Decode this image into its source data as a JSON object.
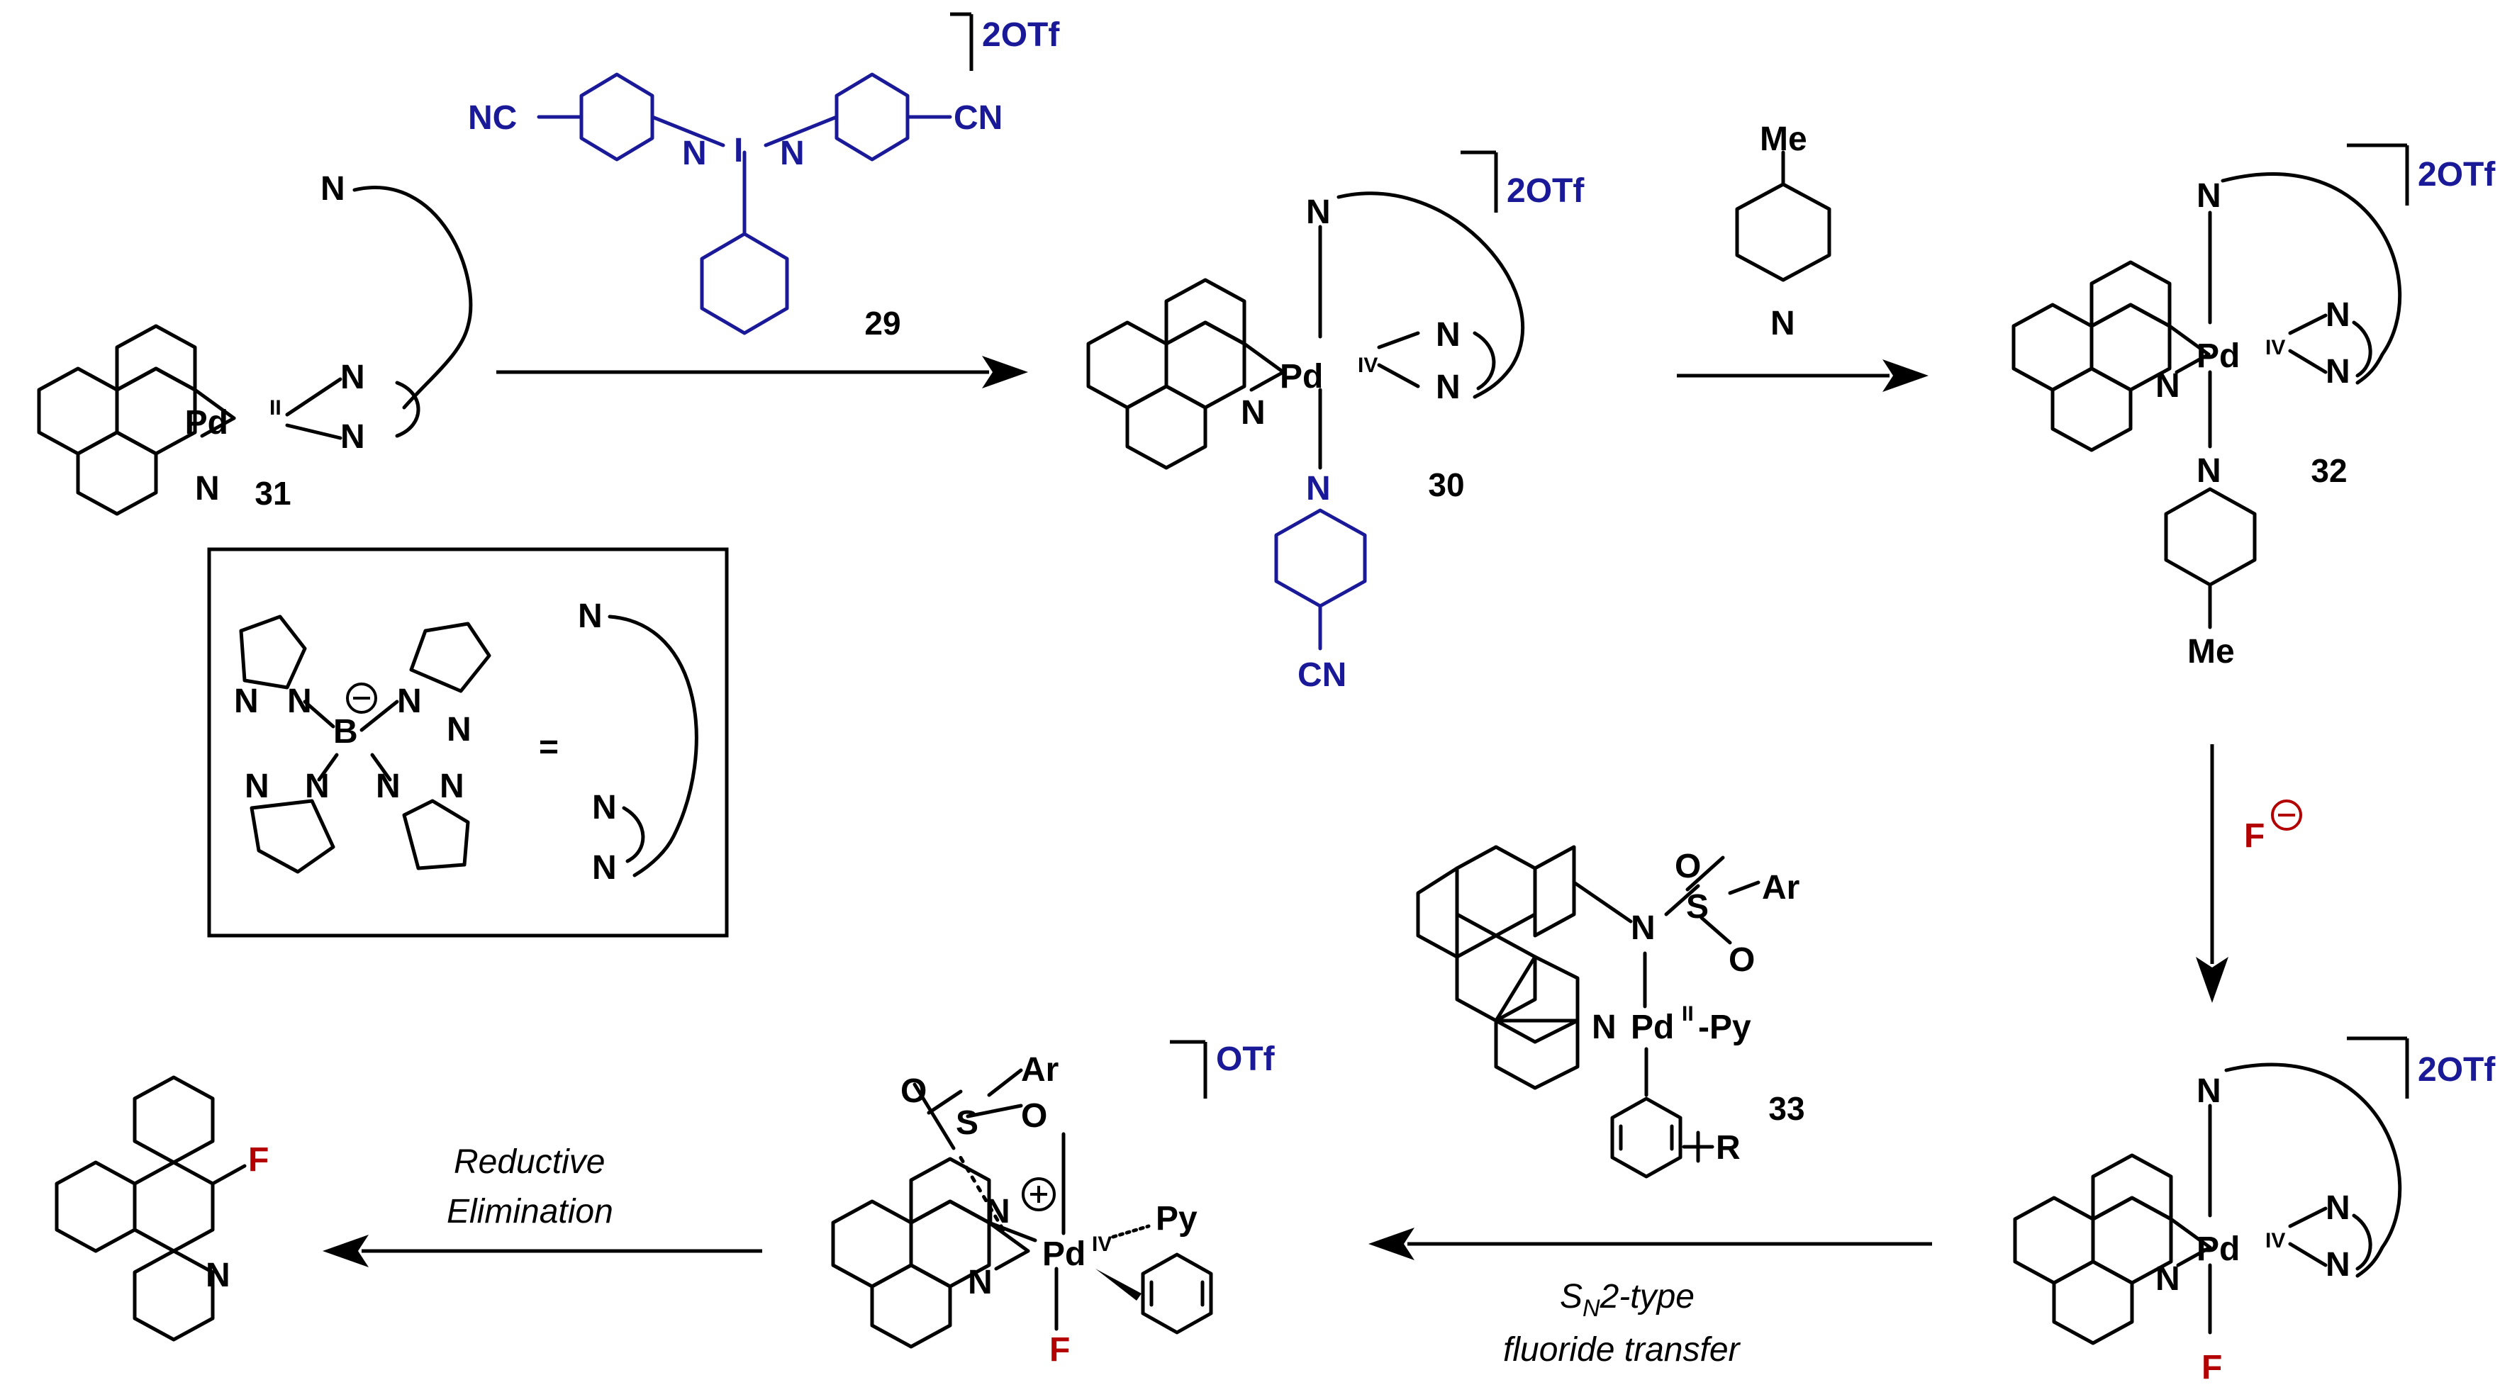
{
  "compounds": {
    "c31": "31",
    "c29": "29",
    "c30": "30",
    "c32": "32",
    "c33": "33"
  },
  "labels": {
    "N": "N",
    "Pd": "Pd",
    "ox_II": "II",
    "ox_IV": "IV",
    "NC": "NC",
    "CN": "CN",
    "I": "I",
    "Me": "Me",
    "F": "F",
    "B": "B",
    "equals": "=",
    "O": "O",
    "S": "S",
    "Ar": "Ar",
    "R": "R",
    "Py": "Py",
    "dash_Py": "-Py"
  },
  "counterions": {
    "two_otf": "2OTf",
    "one_otf": "OTf"
  },
  "arrow_labels": {
    "fluoride": "F",
    "sn2_S": "S",
    "sn2_sub": "N",
    "sn2_rest": "2-type",
    "sn2_line2": "fluoride transfer",
    "re_line1": "Reductive",
    "re_line2": "Elimination"
  },
  "colors": {
    "reagent": "#1a1a99",
    "fluoride": "#b30000"
  }
}
